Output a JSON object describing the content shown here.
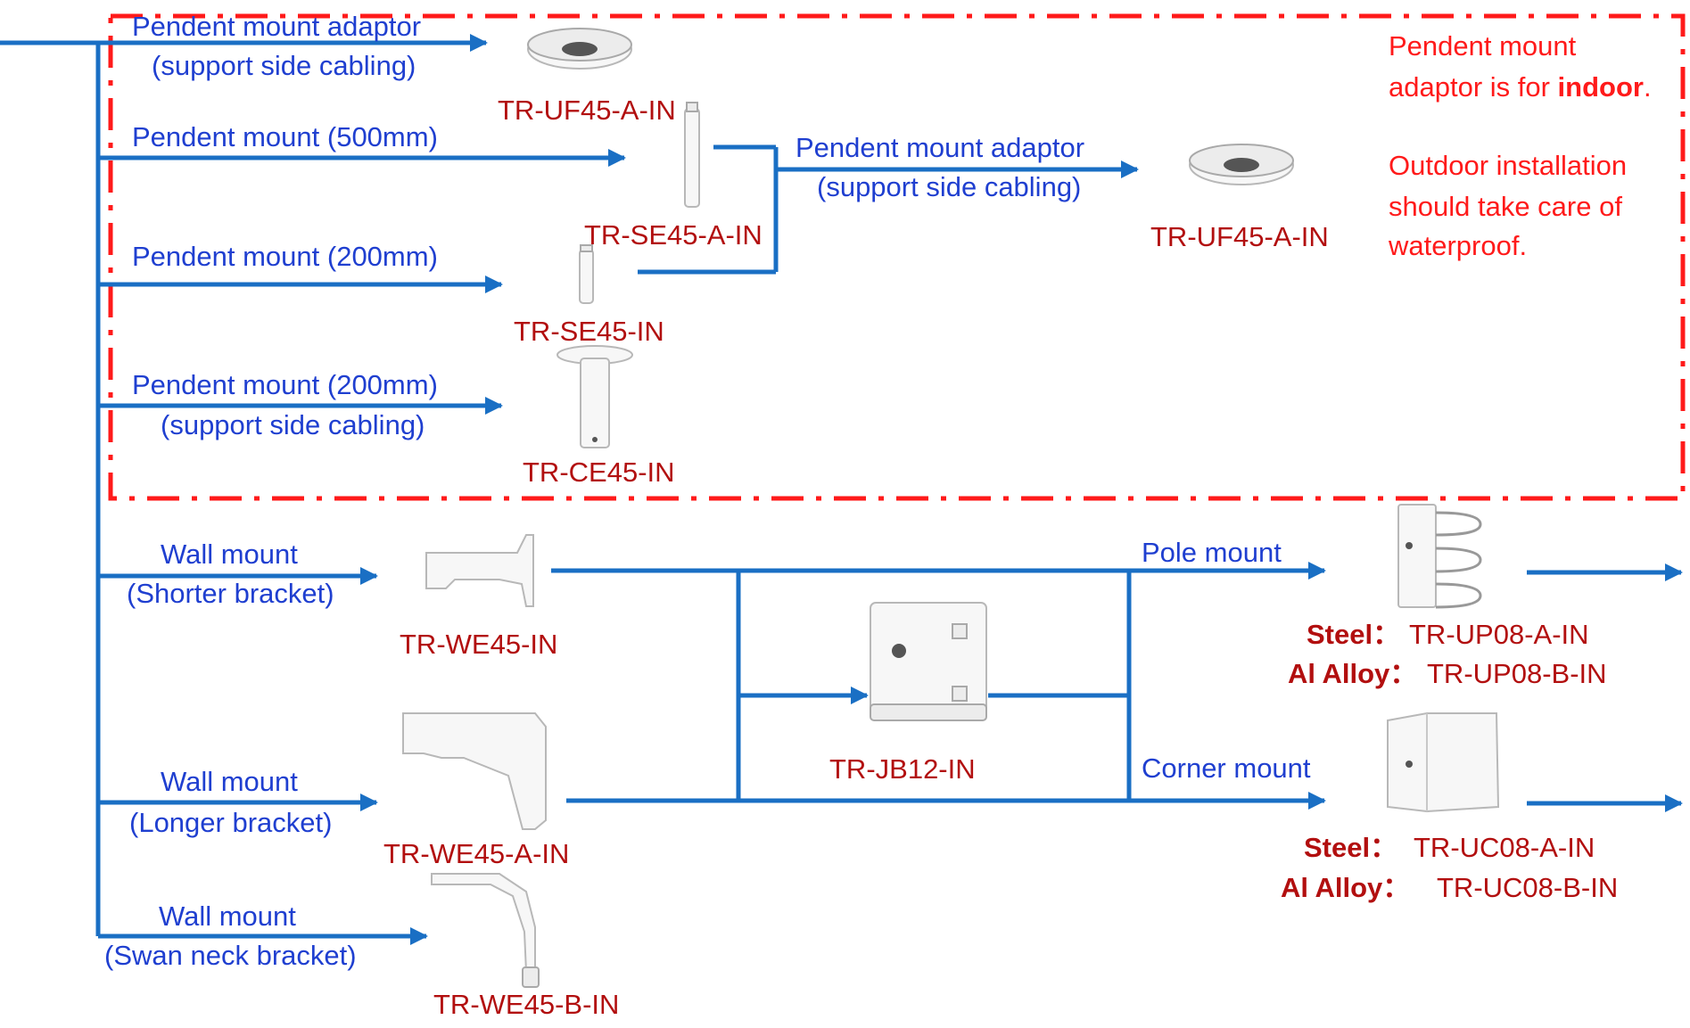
{
  "colors": {
    "flow_line": "#1a6fc4",
    "label_blue": "#1f3fd0",
    "code_red": "#b20f0f",
    "note_red": "#ff1a1a",
    "frame_dash": "#ff1a1a"
  },
  "pendent": {
    "items": [
      {
        "label_line1": "Pendent  mount adaptor",
        "label_line2": "(support side cabling)",
        "code": "TR-UF45-A-IN"
      },
      {
        "label_line1": "Pendent  mount (500mm)",
        "code": "TR-SE45-A-IN"
      },
      {
        "label_line1": "Pendent  mount (200mm)",
        "code": "TR-SE45-IN"
      },
      {
        "label_line1": "Pendent  mount (200mm)",
        "label_line2": "(support side cabling)",
        "code": "TR-CE45-IN"
      }
    ],
    "adaptor": {
      "label_line1": "Pendent  mount adaptor",
      "label_line2": "(support side cabling)",
      "code": "TR-UF45-A-IN"
    }
  },
  "note": {
    "line1": "Pendent  mount",
    "line2_pre": "adaptor is for ",
    "line2_bold": "indoor",
    "line2_post": ".",
    "line3": "Outdoor installation",
    "line4": "should take care of",
    "line5": "waterproof."
  },
  "wall": {
    "items": [
      {
        "label_line1": "Wall mount",
        "label_line2": "(Shorter bracket)",
        "code": "TR-WE45-IN"
      },
      {
        "label_line1": "Wall mount",
        "label_line2": "(Longer bracket)",
        "code": "TR-WE45-A-IN"
      },
      {
        "label_line1": "Wall mount",
        "label_line2": "(Swan neck bracket)",
        "code": "TR-WE45-B-IN"
      }
    ]
  },
  "junction_box": {
    "code": "TR-JB12-IN"
  },
  "pole_mount": {
    "label": "Pole mount",
    "steel_label": "Steel：",
    "steel_code": "TR-UP08-A-IN",
    "alloy_label": "Al Alloy：",
    "alloy_code": "TR-UP08-B-IN"
  },
  "corner_mount": {
    "label": "Corner mount",
    "steel_label": "Steel：",
    "steel_code": "TR-UC08-A-IN",
    "alloy_label": "Al Alloy：",
    "alloy_code": "TR-UC08-B-IN"
  }
}
